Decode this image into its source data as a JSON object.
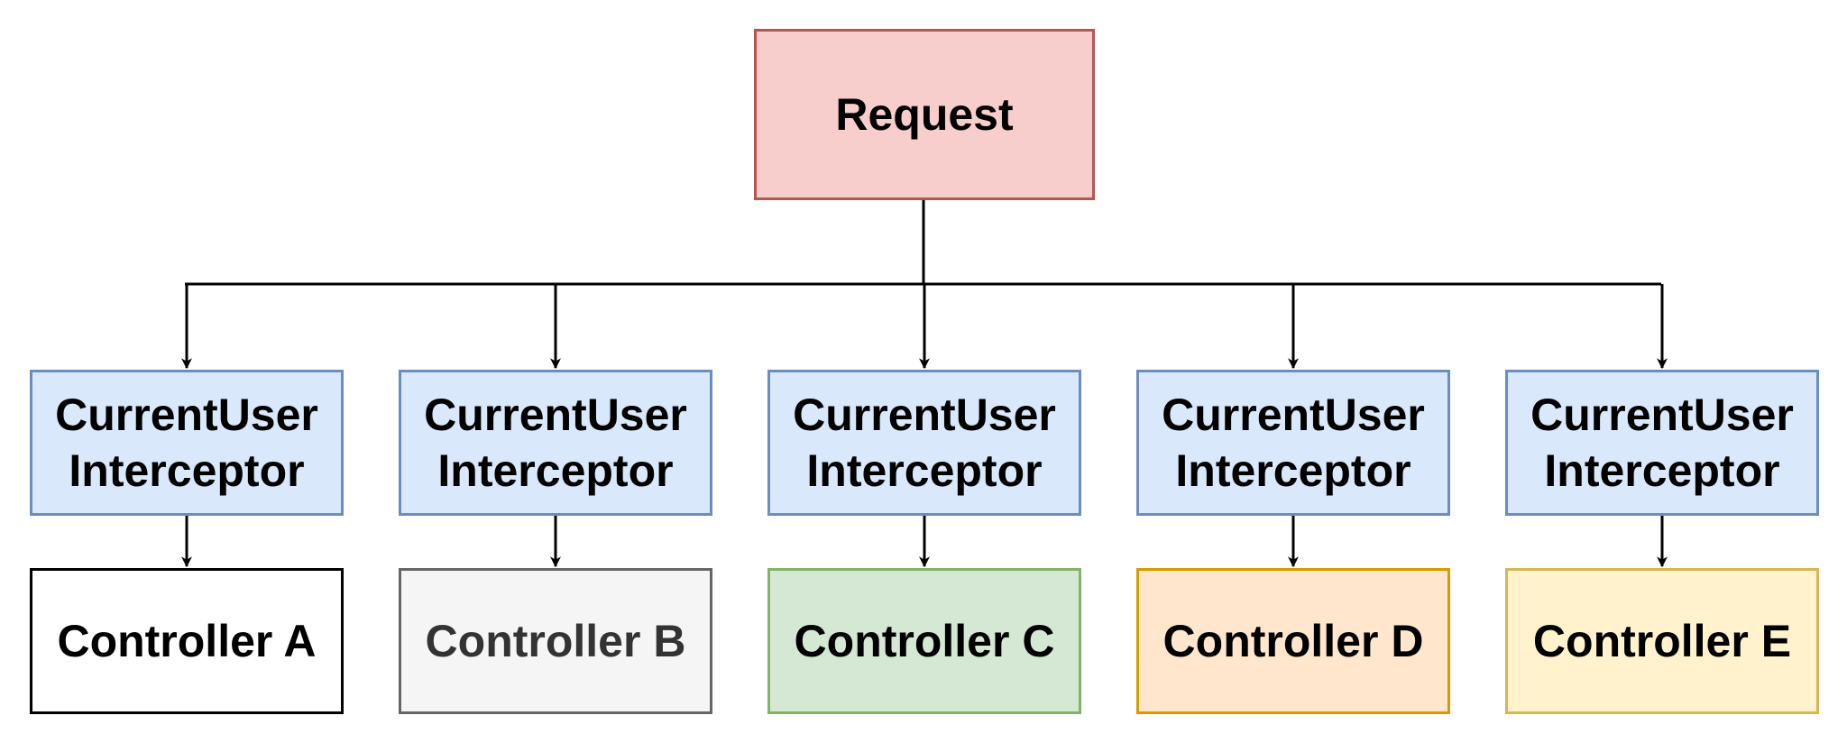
{
  "request": {
    "label": "Request",
    "fill": "#f8cecc",
    "stroke": "#b85450"
  },
  "interceptor": {
    "fill": "#dae8fc",
    "stroke": "#6c8ebf"
  },
  "columns": [
    {
      "interceptor_line1": "CurrentUser",
      "interceptor_line2": "Interceptor",
      "controller": "Controller A",
      "fill": "#ffffff",
      "stroke": "#000000",
      "text": "#000000"
    },
    {
      "interceptor_line1": "CurrentUser",
      "interceptor_line2": "Interceptor",
      "controller": "Controller B",
      "fill": "#f5f5f5",
      "stroke": "#666666",
      "text": "#333333"
    },
    {
      "interceptor_line1": "CurrentUser",
      "interceptor_line2": "Interceptor",
      "controller": "Controller C",
      "fill": "#d5e8d4",
      "stroke": "#82b366",
      "text": "#000000"
    },
    {
      "interceptor_line1": "CurrentUser",
      "interceptor_line2": "Interceptor",
      "controller": "Controller D",
      "fill": "#ffe6cc",
      "stroke": "#d79b00",
      "text": "#000000"
    },
    {
      "interceptor_line1": "CurrentUser",
      "interceptor_line2": "Interceptor",
      "controller": "Controller E",
      "fill": "#fff2cc",
      "stroke": "#d6b656",
      "text": "#000000"
    }
  ]
}
